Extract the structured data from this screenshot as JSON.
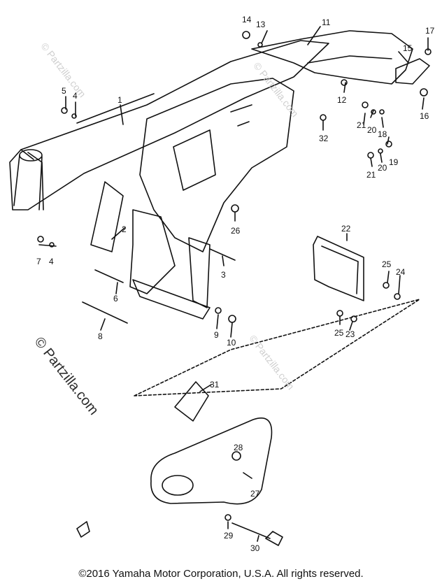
{
  "watermark": {
    "text1": "© Partzilla.com",
    "text2": "© Partzilla.com",
    "text3": "© Partzilla.com",
    "text4": "© Partzilla.com"
  },
  "copyright": "©2016 Yamaha Motor Corporation, U.S.A. All rights reserved.",
  "callouts": [
    "1",
    "2",
    "3",
    "4",
    "4",
    "5",
    "6",
    "7",
    "8",
    "9",
    "10",
    "11",
    "12",
    "13",
    "14",
    "15",
    "16",
    "17",
    "18",
    "19",
    "20",
    "20",
    "21",
    "21",
    "22",
    "23",
    "24",
    "25",
    "25",
    "26",
    "27",
    "28",
    "29",
    "30",
    "31",
    "32"
  ]
}
